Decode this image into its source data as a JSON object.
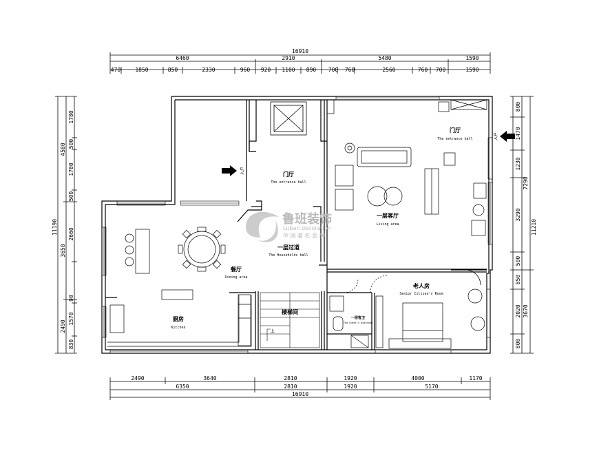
{
  "dimensions": {
    "top_total": "16910",
    "top_row2": [
      "6460",
      "2910",
      "5480",
      "1590"
    ],
    "top_row3": [
      "470",
      "1850",
      "850",
      "2330",
      "960",
      "920",
      "1100",
      "890",
      "700",
      "760",
      "2560",
      "760",
      "700",
      "1590"
    ],
    "bottom_row1": [
      "2490",
      "3640",
      "2810",
      "1920",
      "4000",
      "1170"
    ],
    "bottom_row2": [
      "6350",
      "2810",
      "1920",
      "5170"
    ],
    "bottom_total": "16910",
    "left_outer": "11190",
    "left_mid": [
      "4580",
      "3650",
      "2490"
    ],
    "left_inner": [
      "1780",
      "500",
      "1780",
      "500",
      "2660",
      "90",
      "1570",
      "830"
    ],
    "right_outer": "11210",
    "right_mid": [
      "7290",
      "3670"
    ],
    "right_inner": [
      "800",
      "1470",
      "1230",
      "3290",
      "500",
      "850",
      "2020",
      "800"
    ]
  },
  "rooms": {
    "entrance_left": {
      "cn": "门厅",
      "en": "The entrance hall"
    },
    "entrance_right": {
      "cn": "门厅",
      "en": "The entrance hall"
    },
    "living": {
      "cn": "一层客厅",
      "en": "Living area"
    },
    "hallway": {
      "cn": "一层过道",
      "en": "The Households hall"
    },
    "dining": {
      "cn": "餐厅",
      "en": "Dining area"
    },
    "kitchen": {
      "cn": "厨房",
      "en": "Kitchen"
    },
    "stairs": {
      "cn": "楼梯间",
      "en": ""
    },
    "elder": {
      "cn": "老人房",
      "en": "Senior Citizen's Room"
    },
    "bath": {
      "cn": "一层客卫",
      "en": "The Guest's bathroom"
    }
  },
  "entries": {
    "left": "入户",
    "right": "入户",
    "stair_up": "上"
  },
  "watermark": {
    "brand": "鲁班装饰",
    "latin": "Luban decoration",
    "slogan": "中 国 著 名 品 牌"
  },
  "colors": {
    "line": "#000000",
    "watermark": "#bbbbbb",
    "logo": "#cccccc"
  }
}
